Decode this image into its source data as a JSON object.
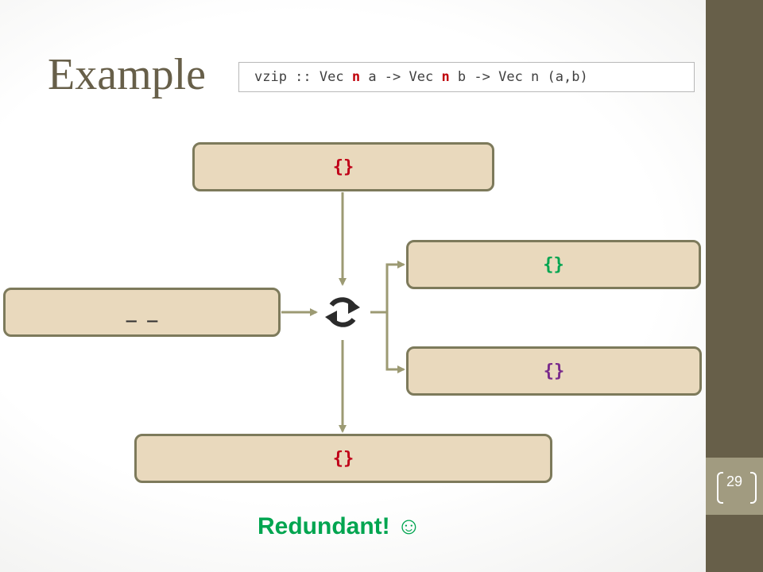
{
  "slide": {
    "title": "Example",
    "number": "29",
    "signature": {
      "prefix": "vzip :: Vec ",
      "n1": "n",
      "middle": " a -> Vec ",
      "n2": "n",
      "suffix": " b -> Vec n (a,b)"
    },
    "boxes": {
      "top": "{}",
      "right_top": "{}",
      "right_bottom": "{}",
      "left": "_ _",
      "bottom": "{}"
    },
    "caption": "Redundant! ☺"
  },
  "colors": {
    "sidebar": "#675f49",
    "box_fill": "#e9d9bd",
    "box_border": "#7d7a5b",
    "red": "#c00018",
    "green": "#00a550",
    "purple": "#7a2b8c"
  },
  "icons": {
    "center": "refresh-icon"
  }
}
